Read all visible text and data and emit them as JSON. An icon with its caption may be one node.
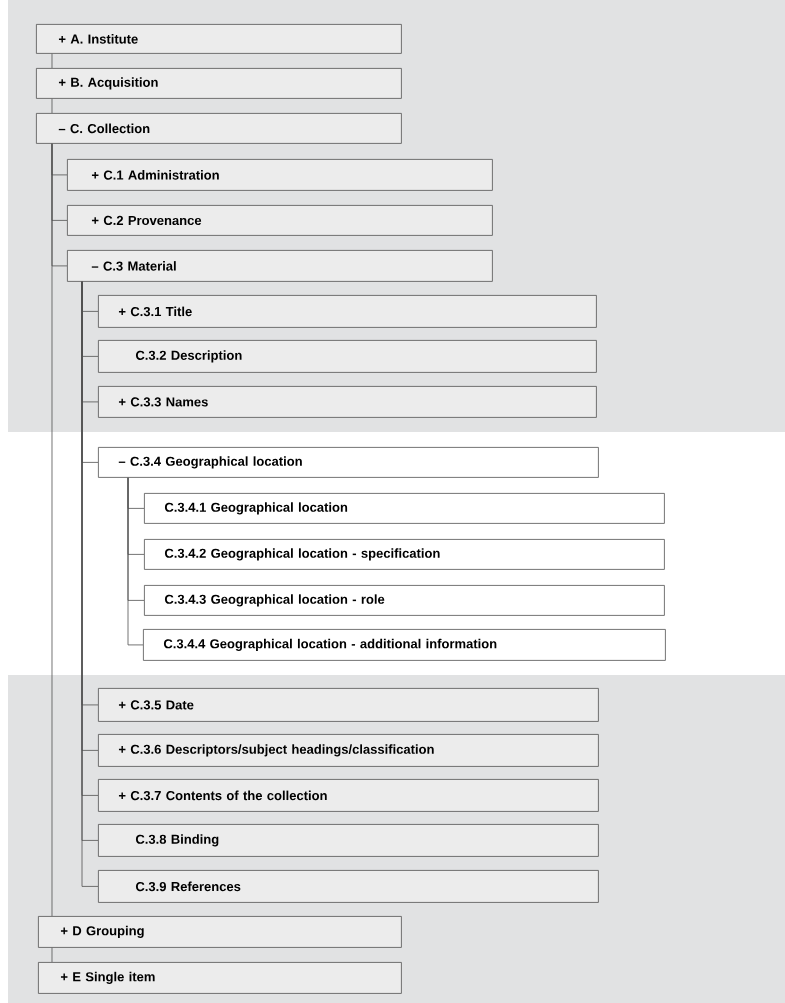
{
  "diagram": {
    "nodes": [
      {
        "text": [
          "+ A. Institute"
        ]
      },
      {
        "text": [
          "+ B. Acquisition"
        ]
      },
      {
        "text": [
          "– C. Collection"
        ]
      },
      {
        "text": [
          "+ C.1 Administration"
        ]
      },
      {
        "text": [
          "+ C.2 Provenance"
        ]
      },
      {
        "text": [
          "– C.3 Material"
        ]
      },
      {
        "text": [
          "+ C.3.1 Title"
        ]
      },
      {
        "text": [
          "C.3.2 Description"
        ]
      },
      {
        "text": [
          "+ C.3.3 Names"
        ]
      },
      {
        "text": [
          "– C.3.4 Geographical location"
        ]
      },
      {
        "text": [
          "C.3.4.1 Geographical location"
        ]
      },
      {
        "text": [
          "C.3.4.2 Geographical location - specification"
        ]
      },
      {
        "text": [
          "C.3.4.3 Geographical location - role"
        ]
      },
      {
        "text": [
          "C.3.4.4 Geographical location - additional information"
        ]
      },
      {
        "text": [
          "+ C.3.5 Date"
        ]
      },
      {
        "text": [
          "+ C.3.6 Descriptors/subject headings/classification"
        ]
      },
      {
        "text": [
          "+ C.3.7 Contents of the collection"
        ]
      },
      {
        "text": [
          "C.3.8 Binding"
        ]
      },
      {
        "text": [
          "C.3.9 References"
        ]
      },
      {
        "text": [
          "+ D Grouping"
        ]
      },
      {
        "text": [
          "+ E Single item"
        ]
      }
    ],
    "edges": [
      {
        "from": 0,
        "to": 1,
        "arrow": "none"
      },
      {
        "from": 1,
        "to": 2,
        "arrow": "none"
      },
      {
        "from": 2,
        "to": 3,
        "arrow": "none"
      },
      {
        "from": 2,
        "to": 4,
        "arrow": "none"
      },
      {
        "from": 2,
        "to": 5,
        "arrow": "none"
      },
      {
        "from": 5,
        "to": 6,
        "arrow": "none"
      },
      {
        "from": 5,
        "to": 7,
        "arrow": "none"
      },
      {
        "from": 5,
        "to": 8,
        "arrow": "none"
      },
      {
        "from": 5,
        "to": 9,
        "arrow": "none"
      },
      {
        "from": 9,
        "to": 10,
        "arrow": "none"
      },
      {
        "from": 9,
        "to": 11,
        "arrow": "none"
      },
      {
        "from": 9,
        "to": 12,
        "arrow": "none"
      },
      {
        "from": 9,
        "to": 13,
        "arrow": "none"
      },
      {
        "from": 5,
        "to": 14,
        "arrow": "none"
      },
      {
        "from": 5,
        "to": 15,
        "arrow": "none"
      },
      {
        "from": 5,
        "to": 16,
        "arrow": "none"
      },
      {
        "from": 5,
        "to": 17,
        "arrow": "none"
      },
      {
        "from": 5,
        "to": 18,
        "arrow": "none"
      },
      {
        "from": 2,
        "to": 19,
        "arrow": "none"
      },
      {
        "from": 19,
        "to": 20,
        "arrow": "none"
      }
    ]
  }
}
